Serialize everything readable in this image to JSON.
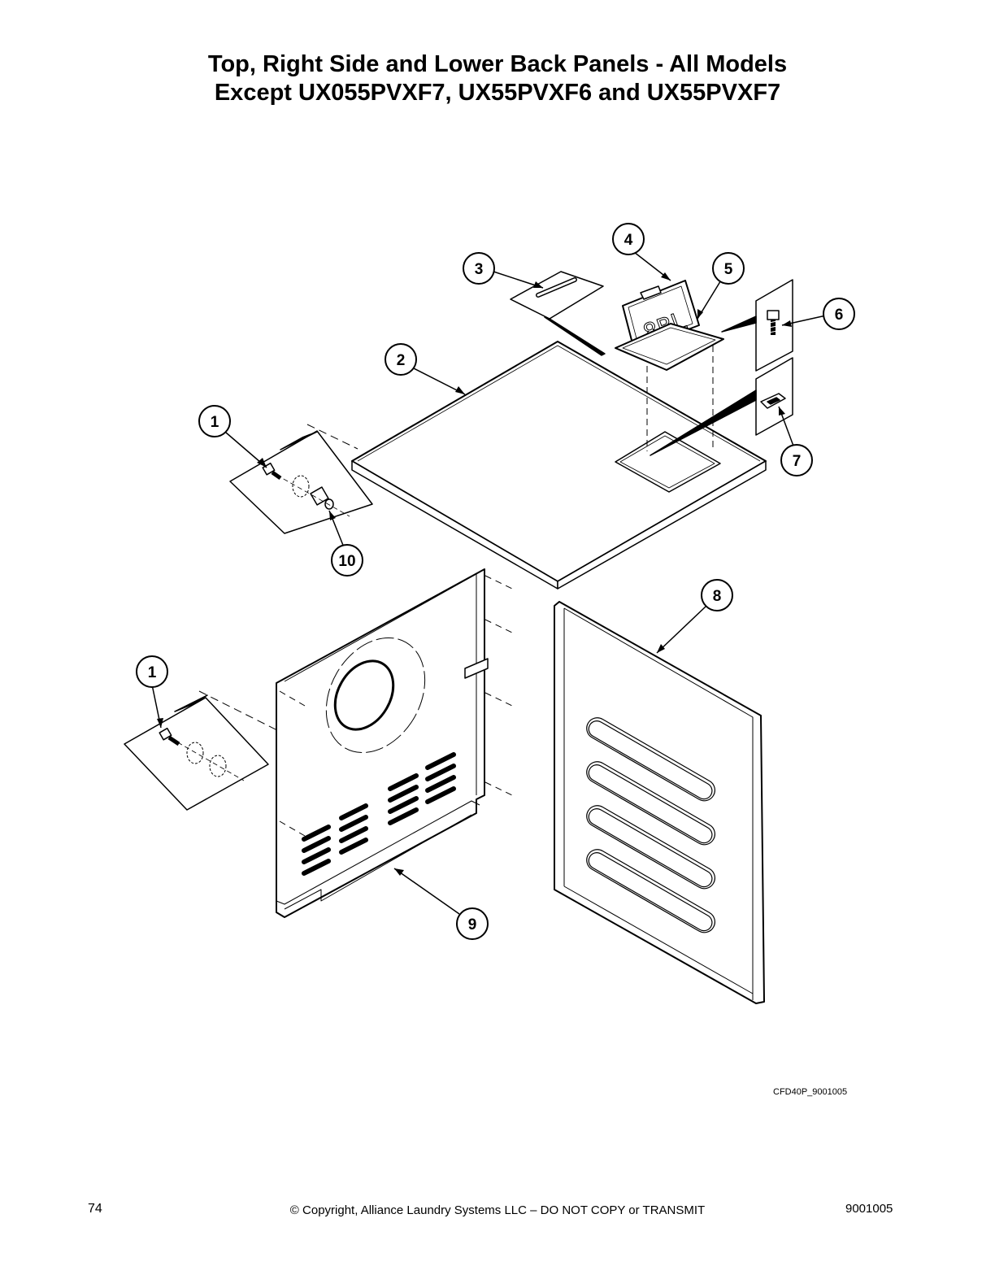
{
  "header": {
    "title_line1": "Top, Right Side and Lower Back Panels - All Models",
    "title_line2": "Except UX055PVXF7, UX55PVXF6 and UX55PVXF7"
  },
  "diagram": {
    "drawing_code": "CFD40P_9001005",
    "callouts": {
      "c1a": "1",
      "c1b": "1",
      "c2": "2",
      "c3": "3",
      "c4": "4",
      "c5": "5",
      "c6": "6",
      "c7": "7",
      "c8": "8",
      "c9": "9",
      "c10": "10"
    }
  },
  "footer": {
    "page_number": "74",
    "copyright": "© Copyright, Alliance Laundry Systems LLC – DO NOT COPY or TRANSMIT",
    "doc_number": "9001005"
  }
}
